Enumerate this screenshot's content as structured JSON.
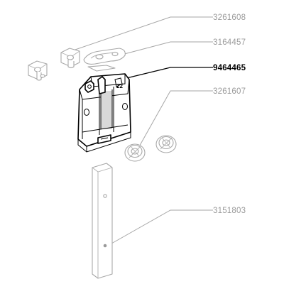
{
  "diagram": {
    "highlight_color": "#000000",
    "muted_color": "#9a9a9a",
    "parts": [
      {
        "number": "3261608",
        "highlighted": false
      },
      {
        "number": "3164457",
        "highlighted": false
      },
      {
        "number": "9464465",
        "highlighted": true
      },
      {
        "number": "3261607",
        "highlighted": false
      },
      {
        "number": "3151803",
        "highlighted": false
      }
    ]
  }
}
